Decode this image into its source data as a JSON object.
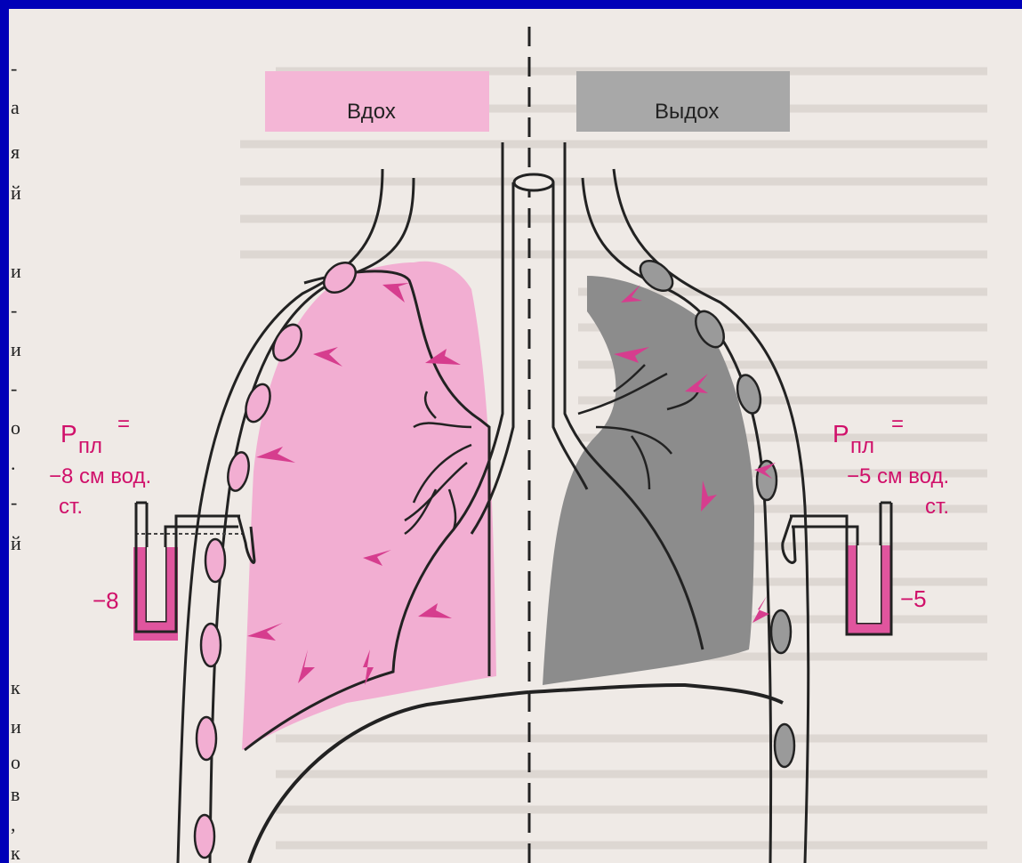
{
  "headers": {
    "inhale": "Вдох",
    "exhale": "Выдох"
  },
  "left": {
    "p_symbol": "P",
    "p_subscript": "пл",
    "p_equals": "=",
    "pressure_line1": "−8 см вод.",
    "pressure_line2": "ст.",
    "gauge_value": "−8"
  },
  "right": {
    "p_symbol": "P",
    "p_subscript": "пл",
    "p_equals": "=",
    "pressure_line1": "−5 см вод.",
    "pressure_line2": "ст.",
    "gauge_value": "−5"
  },
  "edge_chars": [
    "-",
    "а",
    "я",
    "й",
    "и",
    "-",
    "и",
    "-",
    "о",
    ".",
    "-",
    "й",
    "к",
    "и",
    "о",
    "в",
    ",",
    "к"
  ],
  "colors": {
    "inhale_fill": "#f2aed2",
    "exhale_fill": "#8c8c8c",
    "arrow": "#d63d8e",
    "border": "#0000b8"
  }
}
